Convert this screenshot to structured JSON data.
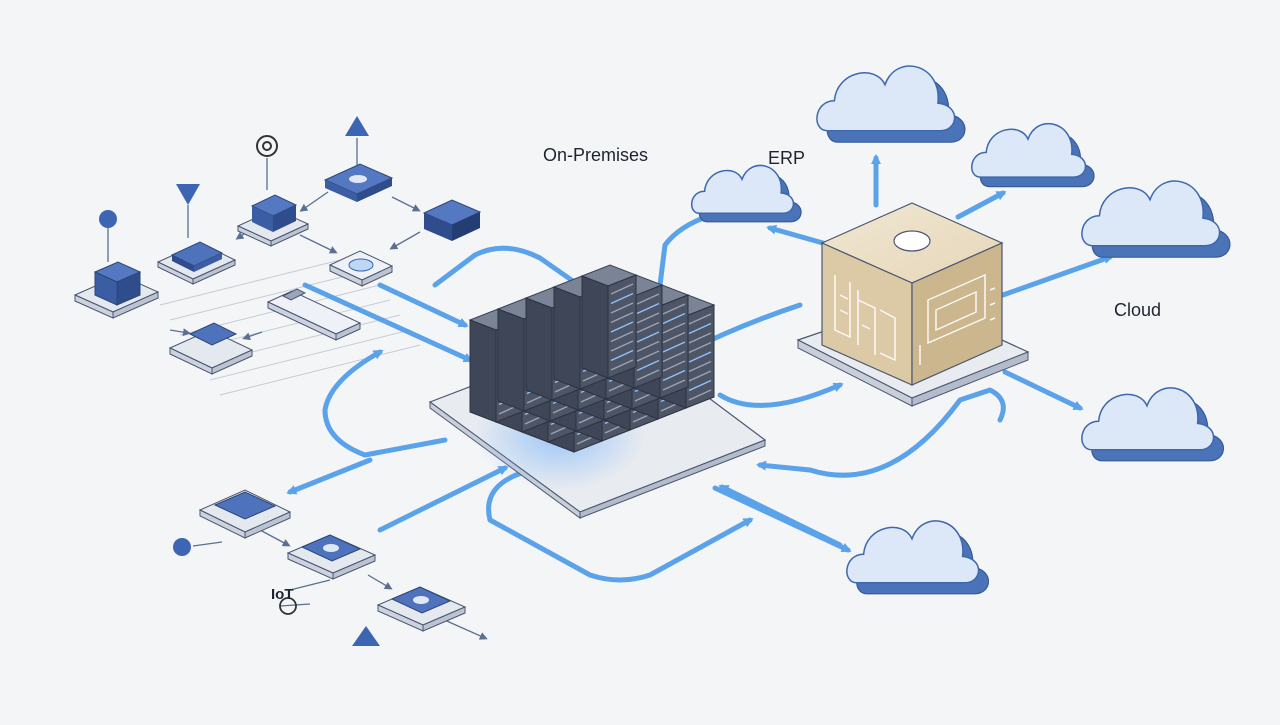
{
  "diagram": {
    "labels": {
      "on_premises": "On-Premises",
      "erp": "ERP",
      "cloud": "Cloud",
      "iot": "IoT"
    },
    "colors": {
      "background": "#f4f5f7",
      "flow_arrow": "#4a9ae8",
      "device_blue": "#3c66b4",
      "cloud_fill": "#dce8f7",
      "cloud_stroke": "#3d68ad",
      "erp_box": "#dcc9a5",
      "server_dark": "#4d5566",
      "server_glow": "#5fa9ff"
    },
    "icons": [
      "ring-icon",
      "triangle-up-icon",
      "triangle-down-icon",
      "dot-icon",
      "device-icon",
      "cloud-icon",
      "server-rack-icon",
      "erp-chip-icon"
    ]
  }
}
